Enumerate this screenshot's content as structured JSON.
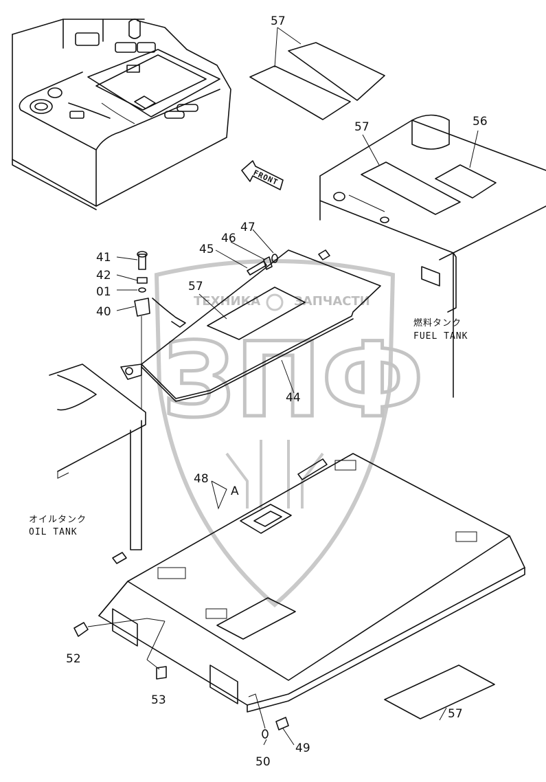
{
  "part_labels": {
    "p57a": "57",
    "p57b": "57",
    "p56": "56",
    "p47": "47",
    "p46": "46",
    "p45": "45",
    "p41": "41",
    "p42": "42",
    "p01": "01",
    "p40": "40",
    "p57c": "57",
    "p44": "44",
    "p48": "48",
    "pA": "A",
    "p52": "52",
    "p53": "53",
    "p50": "50",
    "p49": "49",
    "p57d": "57"
  },
  "annotations": {
    "front_arrow": "FRONT",
    "fuel_tank_jp": "燃料タンク",
    "fuel_tank_en": "FUEL TANK",
    "oil_tank_jp": "オイルタンク",
    "oil_tank_en": "OIL TANK"
  },
  "watermark": {
    "top_text": "ТЕХНИКА",
    "top_text_right": "ЗАПЧАСТИ",
    "big_text": "ЗПФ"
  }
}
